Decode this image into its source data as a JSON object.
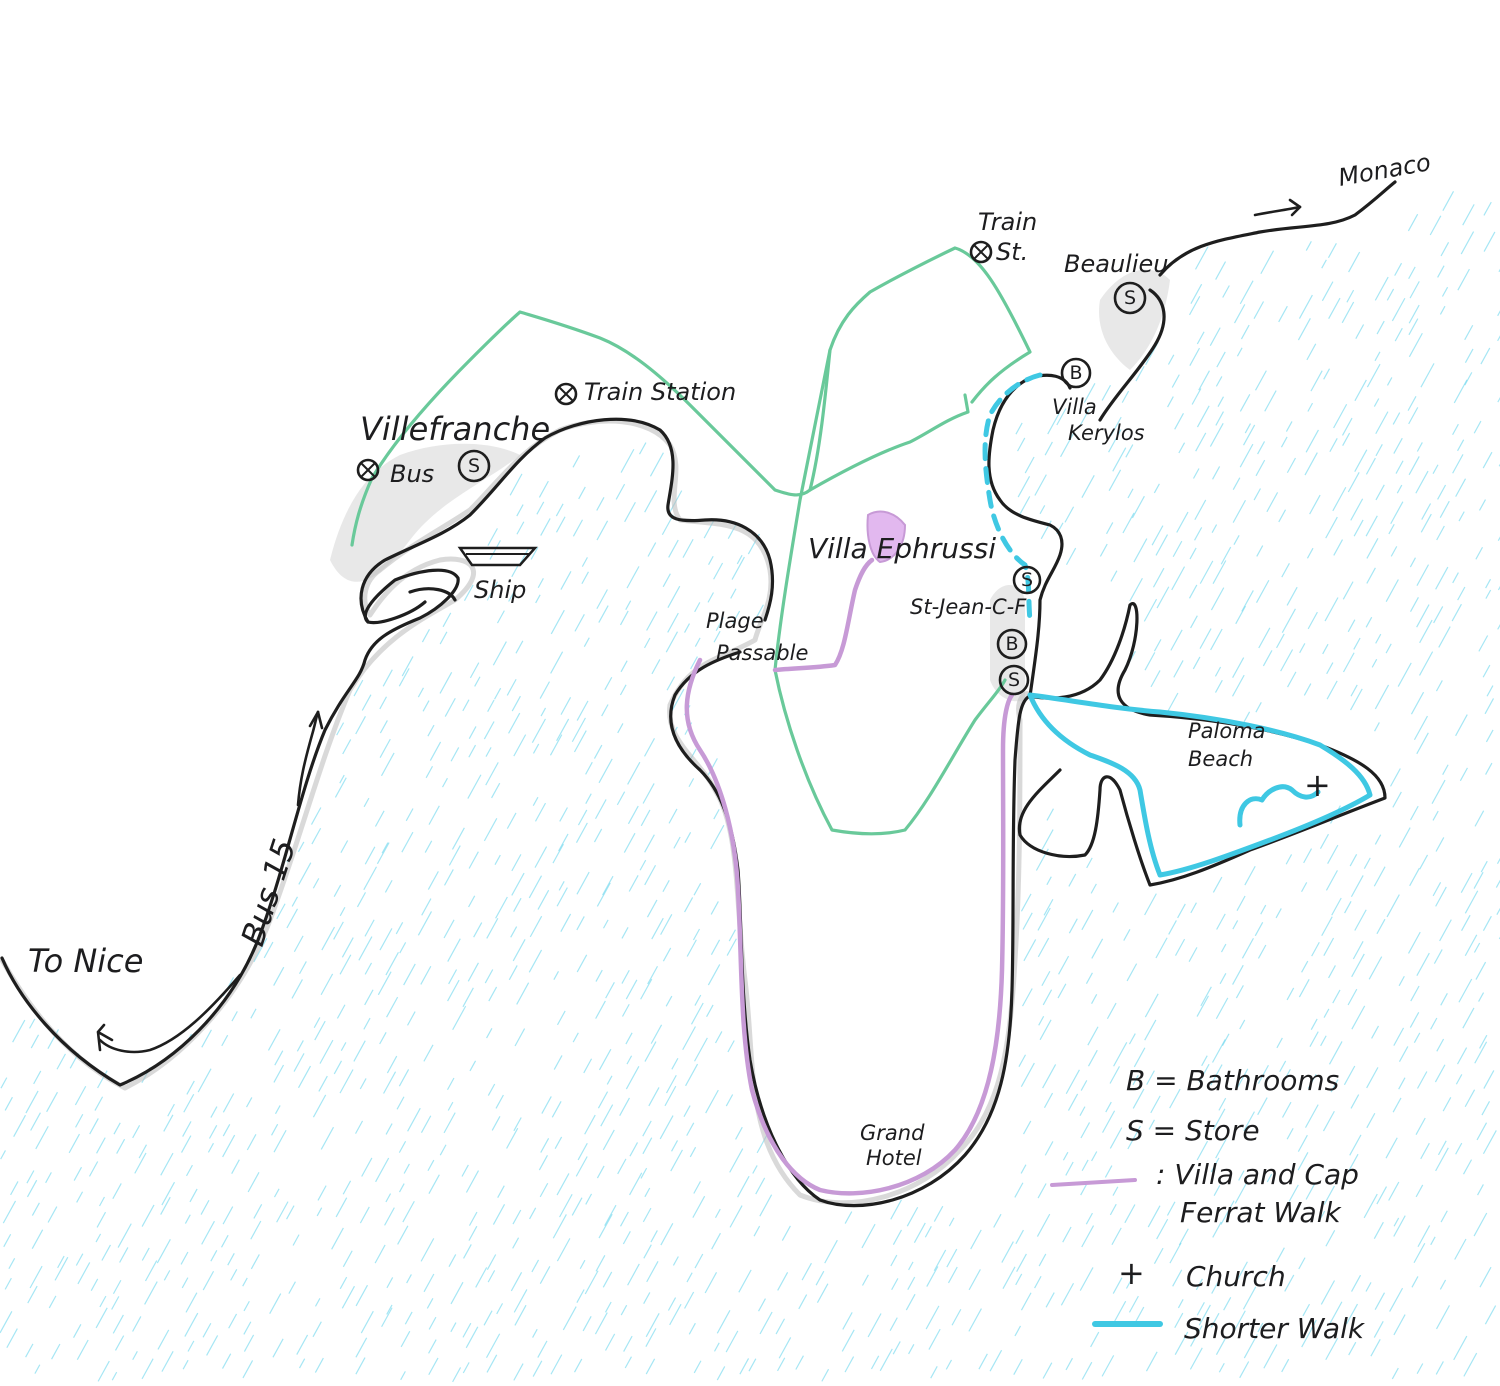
{
  "places": {
    "to_nice": "To Nice",
    "bus_route": "Bus 15",
    "villefranche": "Villefranche",
    "villefranche_bus": "Bus",
    "villefranche_train": "Train Station",
    "ship": "Ship",
    "plage_line1": "Plage",
    "plage_line2": "Passable",
    "villa_ephrussi": "Villa Ephrussi",
    "st_jean": "St-Jean-C-F",
    "train_st_line1": "Train",
    "train_st_line2": "St.",
    "beaulieu": "Beaulieu",
    "villa_kerylos_line1": "Villa",
    "villa_kerylos_line2": "Kerylos",
    "paloma_line1": "Paloma",
    "paloma_line2": "Beach",
    "grand_hotel_line1": "Grand",
    "grand_hotel_line2": "Hotel",
    "monaco": "Monaco"
  },
  "symbols": {
    "bathroom": "B",
    "store": "S",
    "church": "+"
  },
  "legend": {
    "bathrooms": "B = Bathrooms",
    "store": "S = Store",
    "villa_walk_line1": ": Villa and Cap",
    "villa_walk_line2": "Ferrat Walk",
    "church_symbol": "+",
    "church": "Church",
    "shorter_walk": "Shorter Walk"
  },
  "colors": {
    "coastline": "#1e1e1e",
    "water": "#5fd3ec",
    "train_line": "#69c99a",
    "villa_walk": "#c79ad6",
    "shorter_walk": "#3fc8e3",
    "villa_ephrussi_fill": "#e2b8ef"
  }
}
